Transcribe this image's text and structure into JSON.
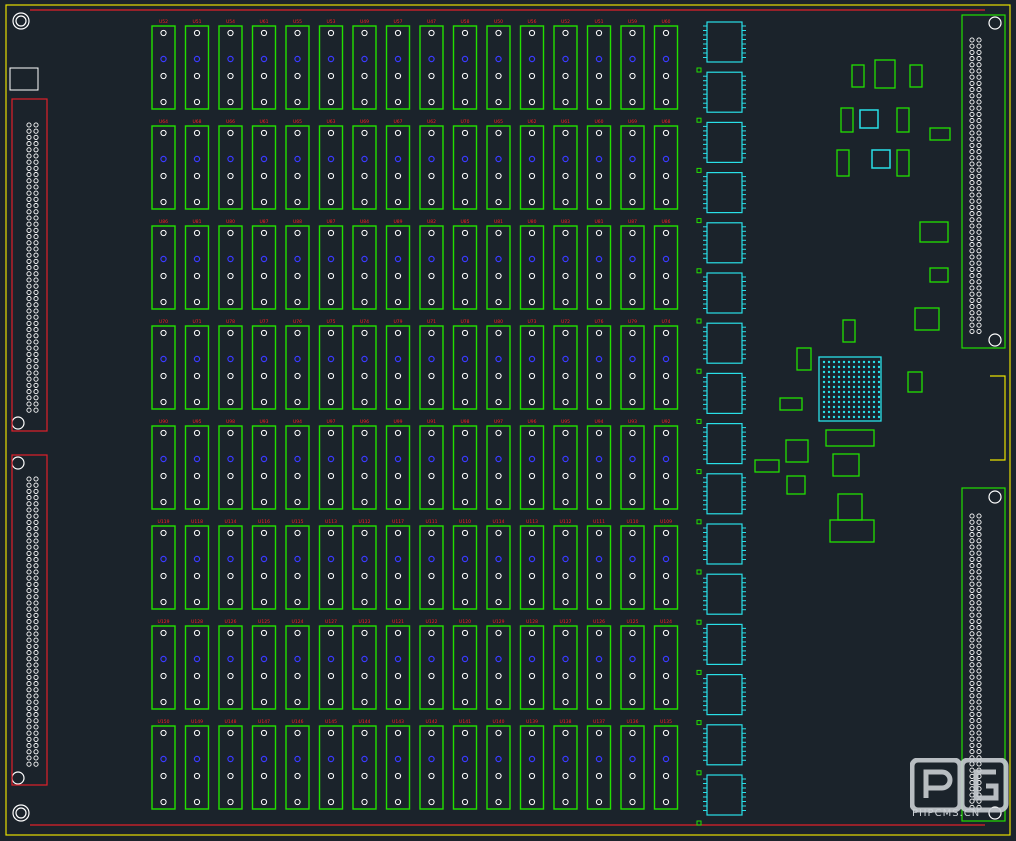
{
  "board": {
    "colors": {
      "background": "#1b232b",
      "outline": "#e8e000",
      "keepout": "#e0202a",
      "component": "#22e000",
      "designator": "#ff2020",
      "pad": "#ffffff",
      "via": "#3a3aff",
      "ic": "#29e0e8"
    },
    "socket_rows": 8,
    "socket_cols": 16,
    "designators": [
      [
        "U52",
        "U51",
        "U54",
        "U61",
        "U55",
        "U53",
        "U49",
        "U57",
        "U47",
        "U58",
        "U50",
        "U56",
        "U52",
        "U51",
        "U59",
        "U60"
      ],
      [
        "U64",
        "U68",
        "U66",
        "U61",
        "U65",
        "U63",
        "U69",
        "U67",
        "U62",
        "U70",
        "U65",
        "U62",
        "U61",
        "U60",
        "U69",
        "U68"
      ],
      [
        "U86",
        "U81",
        "U80",
        "U87",
        "U88",
        "U87",
        "U84",
        "U89",
        "U82",
        "U85",
        "U81",
        "U80",
        "U83",
        "U81",
        "U87",
        "U86"
      ],
      [
        "U70",
        "U71",
        "U78",
        "U77",
        "U76",
        "U75",
        "U74",
        "U79",
        "U71",
        "U78",
        "U80",
        "U73",
        "U72",
        "U76",
        "U79",
        "U74"
      ],
      [
        "U90",
        "U95",
        "U98",
        "U93",
        "U94",
        "U97",
        "U96",
        "U99",
        "U91",
        "U98",
        "U97",
        "U96",
        "U95",
        "U94",
        "U93",
        "U92"
      ],
      [
        "U119",
        "U118",
        "U114",
        "U116",
        "U115",
        "U113",
        "U112",
        "U117",
        "U111",
        "U110",
        "U114",
        "U113",
        "U112",
        "U111",
        "U110",
        "U109"
      ],
      [
        "U129",
        "U128",
        "U126",
        "U125",
        "U124",
        "U127",
        "U123",
        "U121",
        "U122",
        "U120",
        "U129",
        "U128",
        "U127",
        "U126",
        "U125",
        "U124"
      ],
      [
        "U150",
        "U149",
        "U148",
        "U147",
        "U146",
        "U145",
        "U144",
        "U143",
        "U142",
        "U141",
        "U140",
        "U139",
        "U138",
        "U137",
        "U136",
        "U135"
      ]
    ],
    "watermark": "PHPCMS.CN"
  }
}
